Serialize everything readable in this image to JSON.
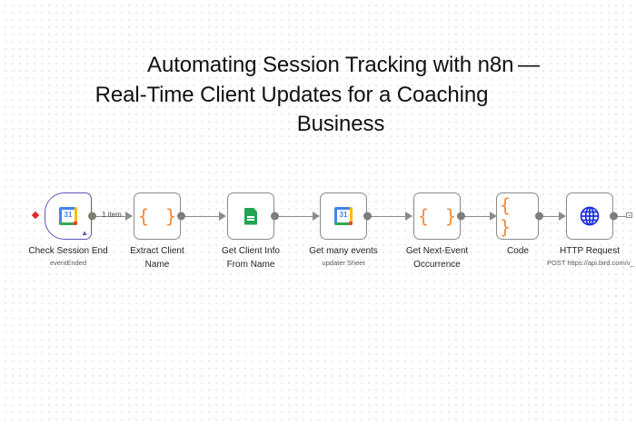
{
  "title": {
    "line1": "Automating Session Tracking with n8n —",
    "line2": "Real-Time Client Updates for a Coaching",
    "line3": "Business"
  },
  "workflow": {
    "edge_badge": "1 item",
    "nodes": [
      {
        "id": "check-session-end",
        "label": "Check Session End",
        "subtitle": "eventEnded",
        "icon": "google-calendar-icon",
        "type": "trigger"
      },
      {
        "id": "extract-client-name",
        "label": "Extract Client Name",
        "subtitle": "",
        "icon": "code-braces-icon",
        "type": "code"
      },
      {
        "id": "get-client-info",
        "label": "Get Client Info From Name",
        "subtitle": "",
        "icon": "google-sheets-icon",
        "type": "action"
      },
      {
        "id": "get-many-events",
        "label": "Get many events",
        "subtitle": "updater Sheet",
        "icon": "google-calendar-icon",
        "type": "action"
      },
      {
        "id": "get-next-event",
        "label": "Get Next-Event Occurrence",
        "subtitle": "",
        "icon": "code-braces-icon",
        "type": "code"
      },
      {
        "id": "code",
        "label": "Code",
        "subtitle": "",
        "icon": "code-braces-icon",
        "type": "code"
      },
      {
        "id": "http-request",
        "label": "HTTP Request",
        "subtitle": "POST https://api.bird.com/v_",
        "icon": "globe-icon",
        "type": "action"
      }
    ],
    "icon_glyphs": {
      "braces": "{ }",
      "calendar_day": "31"
    },
    "colors": {
      "trigger_border": "#5b55b8",
      "node_border": "#8a8a8a",
      "code_icon": "#f08a3c",
      "sheets_green": "#23a455",
      "globe_blue": "#1d2fd6",
      "trigger_marker": "#e02a2a",
      "edge": "#8c8c8c"
    }
  }
}
